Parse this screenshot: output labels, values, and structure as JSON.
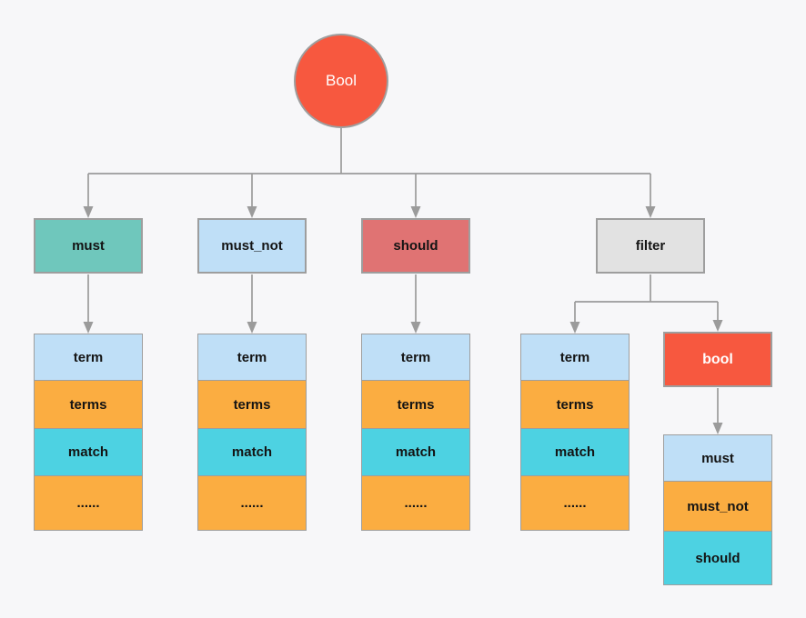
{
  "palette": {
    "background": "#f7f7f9",
    "wire": "#9b9b9b",
    "border": "#9e9e9e",
    "red": "#f7583f",
    "teal": "#6fc7bc",
    "light_blue": "#bfdff7",
    "salmon": "#e07373",
    "gray_box": "#e2e2e2",
    "orange": "#fbad41",
    "cyan": "#4dd2e2",
    "text_dark": "#141414",
    "text_light": "#ffffff"
  },
  "root": {
    "label": "Bool"
  },
  "branches": [
    {
      "label": "must"
    },
    {
      "label": "must_not"
    },
    {
      "label": "should"
    },
    {
      "label": "filter"
    }
  ],
  "stacks": [
    {
      "parent": "must",
      "cells": [
        "term",
        "terms",
        "match",
        "......"
      ]
    },
    {
      "parent": "must_not",
      "cells": [
        "term",
        "terms",
        "match",
        "......"
      ]
    },
    {
      "parent": "should",
      "cells": [
        "term",
        "terms",
        "match",
        "......"
      ]
    },
    {
      "parent": "filter",
      "cells": [
        "term",
        "terms",
        "match",
        "......"
      ]
    }
  ],
  "nested_bool": {
    "label": "bool"
  },
  "nested_stack": {
    "parent": "bool",
    "cells": [
      "must",
      "must_not",
      "should"
    ]
  },
  "edges": [
    {
      "from": "Bool",
      "to": "must"
    },
    {
      "from": "Bool",
      "to": "must_not"
    },
    {
      "from": "Bool",
      "to": "should"
    },
    {
      "from": "Bool",
      "to": "filter"
    },
    {
      "from": "must",
      "to": "must-stack"
    },
    {
      "from": "must_not",
      "to": "must_not-stack"
    },
    {
      "from": "should",
      "to": "should-stack"
    },
    {
      "from": "filter",
      "to": "filter-stack"
    },
    {
      "from": "filter",
      "to": "bool"
    },
    {
      "from": "bool",
      "to": "bool-stack"
    }
  ]
}
